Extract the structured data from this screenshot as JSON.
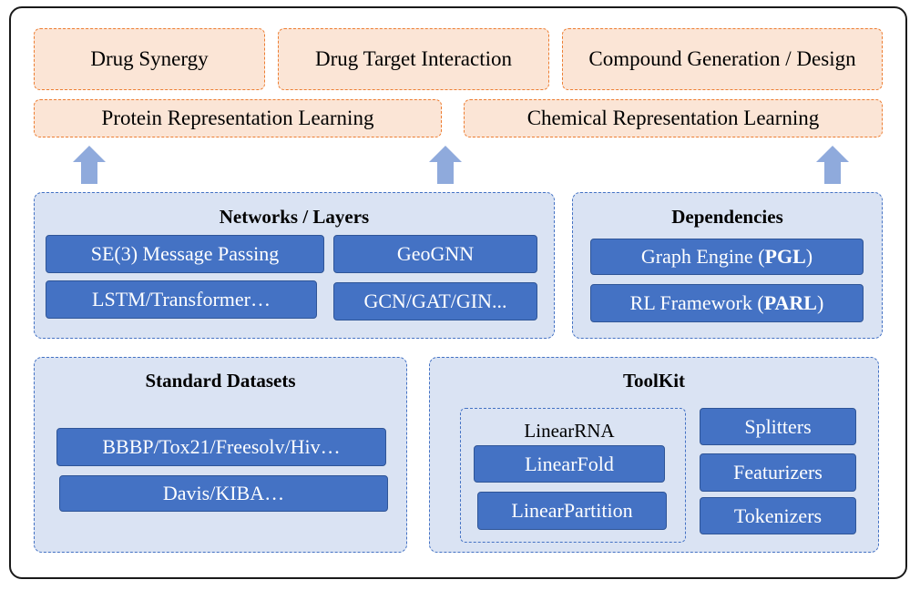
{
  "applications": {
    "row1": [
      "Drug Synergy",
      "Drug Target Interaction",
      "Compound Generation / Design"
    ],
    "row2": [
      "Protein Representation Learning",
      "Chemical Representation Learning"
    ]
  },
  "networks": {
    "title": "Networks / Layers",
    "items": [
      "SE(3) Message Passing",
      "GeoGNN",
      "LSTM/Transformer…",
      "GCN/GAT/GIN..."
    ]
  },
  "dependencies": {
    "title": "Dependencies",
    "items": [
      {
        "text": "Graph Engine (",
        "bold": "PGL",
        "end": ")"
      },
      {
        "text": "RL Framework (",
        "bold": "PARL",
        "end": ")"
      }
    ]
  },
  "datasets": {
    "title": "Standard Datasets",
    "items": [
      "BBBP/Tox21/Freesolv/Hiv…",
      "Davis/KIBA…"
    ]
  },
  "toolkit": {
    "title": "ToolKit",
    "linearrna": {
      "label": "LinearRNA",
      "items": [
        "LinearFold",
        "LinearPartition"
      ]
    },
    "items": [
      "Splitters",
      "Featurizers",
      "Tokenizers"
    ]
  },
  "colors": {
    "app_fill": "#fbe5d6",
    "app_border": "#ed7d31",
    "group_fill": "#dae3f3",
    "group_border": "#4472c4",
    "chip_fill": "#4472c4",
    "arrow": "#8faadc"
  }
}
